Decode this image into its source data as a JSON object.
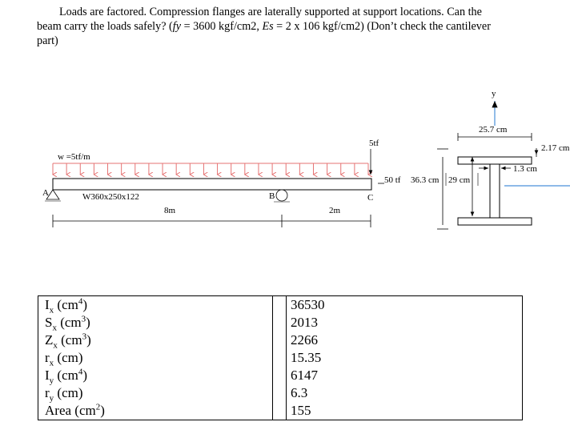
{
  "problem": {
    "text_line1": "Loads are factored. Compression flanges are laterally supported at support locations. Can the",
    "text_line2_a": "beam carry the loads safely? (",
    "fy_sym": "fy",
    "text_line2_b": " = 3600 kgf/cm2, ",
    "es_sym": "Es",
    "text_line2_c": " = 2 x 106 kgf/cm2) (Don’t check the cantilever",
    "text_line3": "part)"
  },
  "beam": {
    "load_label": "w =5tf/m",
    "section_label": "W360x250x122",
    "point_load_label": "5tf",
    "support_a": "A",
    "support_b": "B",
    "point_c": "C",
    "span_1": "8m",
    "span_2": "2m"
  },
  "section": {
    "axis_y": "y",
    "flange_width": "25.7 cm",
    "flange_thickness": "2.17 cm",
    "web_thickness": "1.3 cm",
    "load": "50 tf",
    "depth": "36.3 cm",
    "clear_depth": "29 cm"
  },
  "properties": {
    "rows": [
      {
        "sym": "I",
        "sub": "x",
        "unit_pre": " (cm",
        "unit_exp": "4",
        "unit_post": ")",
        "value": "36530"
      },
      {
        "sym": "S",
        "sub": "x",
        "unit_pre": " (cm",
        "unit_exp": "3",
        "unit_post": ")",
        "value": "2013"
      },
      {
        "sym": "Z",
        "sub": "x",
        "unit_pre": " (cm",
        "unit_exp": "3",
        "unit_post": ")",
        "value": "2266"
      },
      {
        "sym": "r",
        "sub": "x",
        "unit_pre": " (cm)",
        "unit_exp": "",
        "unit_post": "",
        "value": "15.35"
      },
      {
        "sym": "I",
        "sub": "y",
        "unit_pre": " (cm",
        "unit_exp": "4",
        "unit_post": ")",
        "value": "6147"
      },
      {
        "sym": "r",
        "sub": "y",
        "unit_pre": " (cm)",
        "unit_exp": "",
        "unit_post": "",
        "value": "6.3"
      },
      {
        "sym": "Area",
        "sub": "",
        "unit_pre": " (cm",
        "unit_exp": "2",
        "unit_post": ")",
        "value": "155"
      }
    ]
  },
  "colors": {
    "load_arrows": "#e57373",
    "axis_line": "#4a90d9",
    "line": "#000000"
  }
}
